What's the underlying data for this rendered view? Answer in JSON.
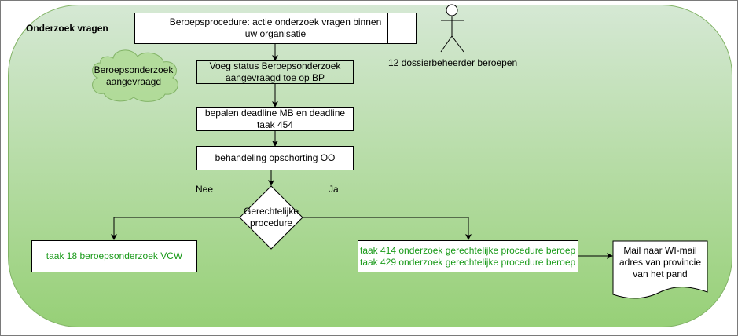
{
  "diagram": {
    "lane_title": "Onderzoek vragen",
    "actor": {
      "icon": "stick-figure-icon",
      "label": "12 dossierbeheerder beroepen"
    },
    "cloud": {
      "line1": "Beroepsonderzoek",
      "line2": "aangevraagd"
    },
    "process_start": {
      "line1": "Beroepsprocedure: actie onderzoek vragen binnen",
      "line2": "uw organisatie"
    },
    "steps": [
      {
        "line1": "Voeg status Beroepsonderzoek",
        "line2": "aangevraagd toe op BP"
      },
      {
        "line1": "bepalen deadline MB en deadline",
        "line2": "taak 454"
      },
      {
        "line1": "behandeling opschorting OO"
      }
    ],
    "decision": {
      "line1": "Gerechtelijke",
      "line2": "procedure",
      "no_label": "Nee",
      "yes_label": "Ja"
    },
    "no_branch": {
      "text": "taak 18 beroepsonderzoek VCW"
    },
    "yes_branch": {
      "line1": "taak 414 onderzoek gerechtelijke procedure beroep",
      "line2": "taak 429 onderzoek gerechtelijke procedure beroep"
    },
    "document": {
      "line1": "Mail naar WI-mail",
      "line2": "adres van provincie",
      "line3": "van het pand"
    },
    "colors": {
      "task_text": "#1a9a1a",
      "container_border": "#82b366",
      "container_top": "#d5e8d4",
      "container_bottom": "#97d077"
    }
  }
}
